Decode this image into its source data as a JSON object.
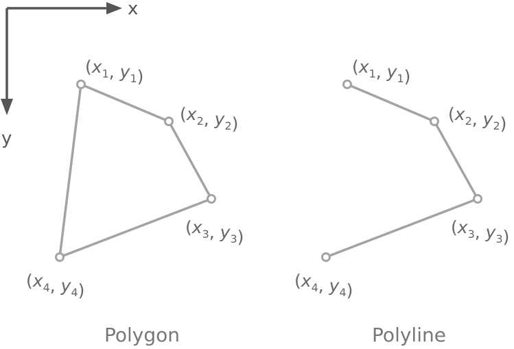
{
  "axes": {
    "x_label": "x",
    "y_label": "y"
  },
  "polygon": {
    "caption": "Polygon",
    "closed": true,
    "points": [
      {
        "x": "x",
        "y": "y",
        "sub": "1"
      },
      {
        "x": "x",
        "y": "y",
        "sub": "2"
      },
      {
        "x": "x",
        "y": "y",
        "sub": "3"
      },
      {
        "x": "x",
        "y": "y",
        "sub": "4"
      }
    ]
  },
  "polyline": {
    "caption": "Polyline",
    "closed": false,
    "points": [
      {
        "x": "x",
        "y": "y",
        "sub": "1"
      },
      {
        "x": "x",
        "y": "y",
        "sub": "2"
      },
      {
        "x": "x",
        "y": "y",
        "sub": "3"
      },
      {
        "x": "x",
        "y": "y",
        "sub": "4"
      }
    ]
  },
  "colors": {
    "line": "#a3a3a3",
    "axis": "#555555",
    "text": "#666666"
  }
}
